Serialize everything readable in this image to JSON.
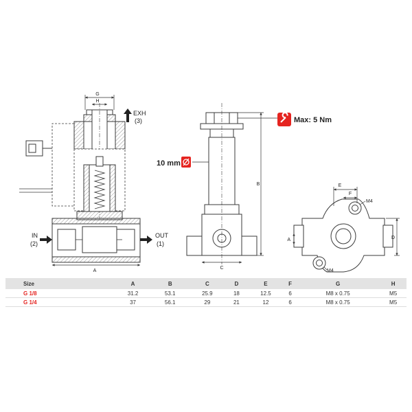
{
  "colors": {
    "accent": "#e52420",
    "line": "#3a3a3a",
    "hatch": "#777777",
    "header_bg": "#e3e3e3"
  },
  "icons": {
    "torque": "wrench-icon",
    "diameter": "diameter-icon",
    "flow": "arrow-icon"
  },
  "drawing": {
    "section_view": {
      "dims": {
        "g": "G",
        "h": "H",
        "a": "A"
      },
      "ports": {
        "exh": "EXH",
        "exh_num": "(3)",
        "in": "IN",
        "in_num": "(2)",
        "out": "OUT",
        "out_num": "(1)"
      }
    },
    "side_view": {
      "dims": {
        "b": "B",
        "c": "C"
      },
      "diameter_label": "10 mm",
      "torque_label": "Max: 5 Nm"
    },
    "bottom_view": {
      "dims": {
        "e": "E",
        "f": "F",
        "d": "D",
        "a": "A"
      },
      "thread_top": "M4",
      "thread_bottom": "M4"
    }
  },
  "table": {
    "headers": [
      "Size",
      "A",
      "B",
      "C",
      "D",
      "E",
      "F",
      "G",
      "H"
    ],
    "rows": [
      [
        "G 1/8",
        "31.2",
        "53.1",
        "25.9",
        "18",
        "12.5",
        "6",
        "M8 x 0.75",
        "M5"
      ],
      [
        "G 1/4",
        "37",
        "56.1",
        "29",
        "21",
        "12",
        "6",
        "M8 x 0.75",
        "M5"
      ]
    ]
  }
}
